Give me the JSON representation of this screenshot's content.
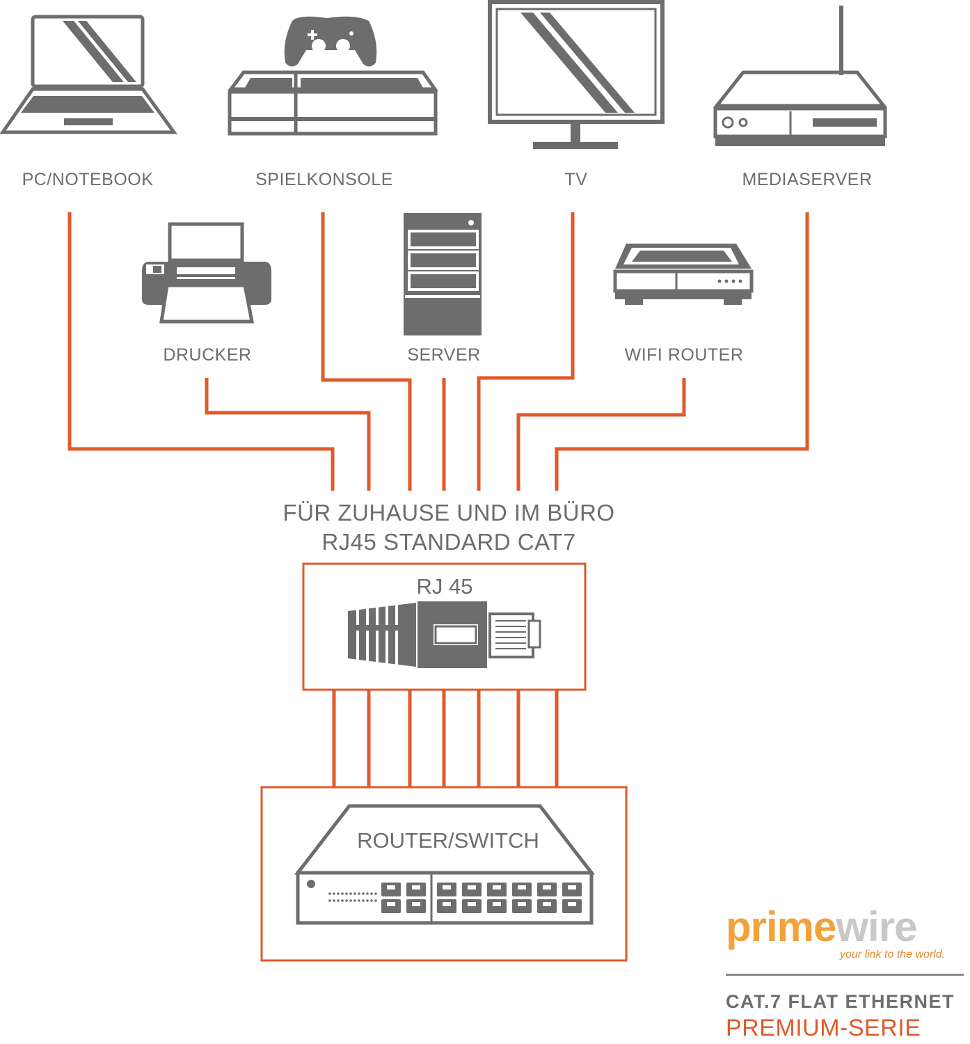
{
  "devices": {
    "pc": "PC/NOTEBOOK",
    "console": "SPIELKONSOLE",
    "tv": "TV",
    "mediaserver": "MEDIASERVER",
    "printer": "DRUCKER",
    "server": "SERVER",
    "wifi": "WIFI ROUTER"
  },
  "caption": {
    "line1": "FÜR ZUHAUSE UND IM BÜRO",
    "line2": "RJ45 STANDARD CAT7"
  },
  "connector": {
    "label": "RJ 45"
  },
  "switch": {
    "label": "ROUTER/SWITCH"
  },
  "brand": {
    "logo_part1": "prime",
    "logo_part2": "wire",
    "tagline": "your link to the world.",
    "product_line": "CAT.7 FLAT ETHERNET",
    "series": "PREMIUM-SERIE"
  },
  "colors": {
    "cable": "#e05a2a",
    "icon": "#6d6d6d",
    "text": "#6d6d6d"
  }
}
